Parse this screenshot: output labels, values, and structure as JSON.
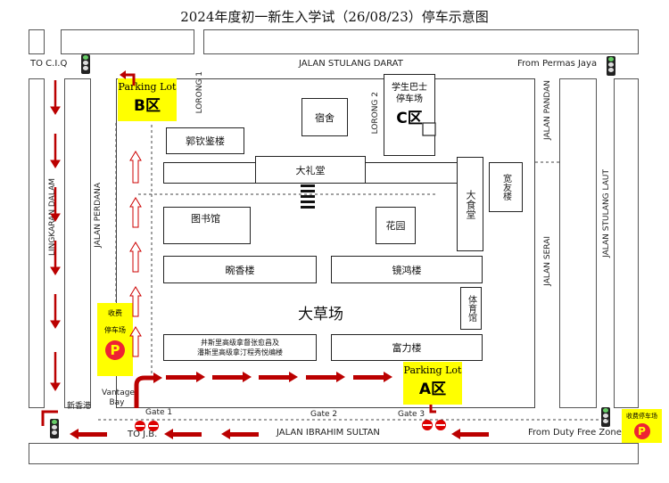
{
  "title": "2024年度初一新生入学试（26/08/23）停车示意图",
  "roads": {
    "stulang_darat": "JALAN STULANG DARAT",
    "to_ciq": "TO C.I.Q",
    "from_permas": "From Permas Jaya",
    "lingkaran_dalam": "LINGKARAN DALAM",
    "jalan_perdana": "JALAN PERDANA",
    "lorong1": "LORONG 1",
    "lorong2": "LORONG 2",
    "jalan_pandan": "JALAN PANDAN",
    "jalan_serai": "JALAN SERAI",
    "stulang_laut": "JALAN STULANG LAUT",
    "ibrahim_sultan": "JALAN IBRAHIM SULTAN",
    "to_jb": "TO J.B.",
    "from_duty_free": "From Duty Free Zone",
    "vantage_bay": "Vantage Bay",
    "xin_xiang_gang": "新香港"
  },
  "parking": {
    "b_label": "Parking Lot",
    "b_zone": "B区",
    "a_label": "Parking Lot",
    "a_zone": "A区",
    "c_title": "学生巴士停车场",
    "c_zone": "C区",
    "paid_left_1": "收费",
    "paid_left_2": "停车场",
    "paid_right": "收费停车场",
    "p_symbol": "P"
  },
  "gates": {
    "g1": "Gate 1",
    "g2": "Gate 2",
    "g3": "Gate 3"
  },
  "buildings": {
    "dorm": "宿舍",
    "guo": "郭钦鉴楼",
    "hall": "大礼堂",
    "canteen": "大食堂",
    "kuanyou": "宽友楼",
    "library": "图书馆",
    "garden": "花园",
    "wanxiang": "畹香楼",
    "jinghong": "镜鸿楼",
    "gym": "体育馆",
    "field": "大草场",
    "fuli": "富力楼",
    "jinsi_1": "井斯里高级拿督张愈昌及",
    "jinsi_2": "潘斯里高级拿汀程秀悦编楼"
  }
}
